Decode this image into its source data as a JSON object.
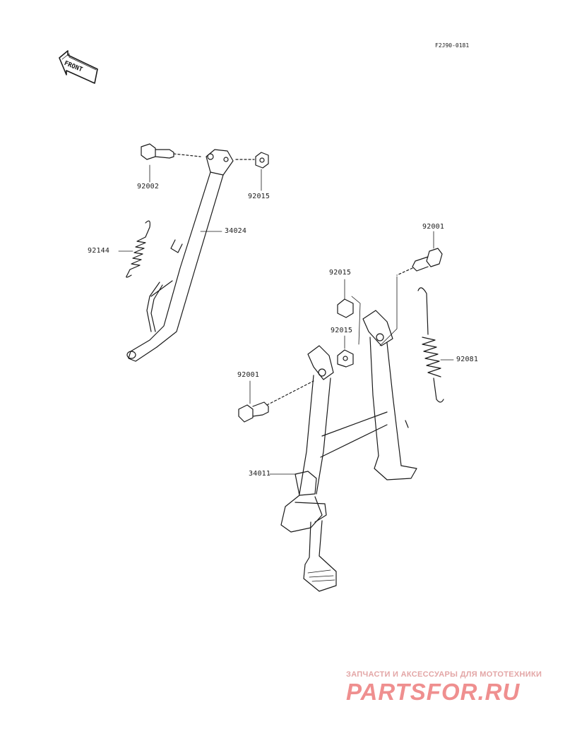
{
  "diagram_code": "F2J90-0181",
  "front_arrow": {
    "text": "FRONT",
    "icon": "front-arrow-icon"
  },
  "parts": [
    {
      "id": "p1",
      "number": "92002"
    },
    {
      "id": "p2",
      "number": "92015"
    },
    {
      "id": "p3",
      "number": "34024"
    },
    {
      "id": "p4",
      "number": "92144"
    },
    {
      "id": "p5",
      "number": "92001"
    },
    {
      "id": "p6",
      "number": "92015"
    },
    {
      "id": "p7",
      "number": "92015"
    },
    {
      "id": "p8",
      "number": "92081"
    },
    {
      "id": "p9",
      "number": "92001"
    },
    {
      "id": "p10",
      "number": "34011"
    }
  ],
  "watermark": {
    "tagline": "ЗАПЧАСТИ И АКСЕССУАРЫ ДЛЯ МОТОТЕХНИКИ",
    "logo": "PARTSFOR.RU"
  },
  "colors": {
    "line": "#1a1a1a",
    "watermark": "#ef8f8f"
  }
}
